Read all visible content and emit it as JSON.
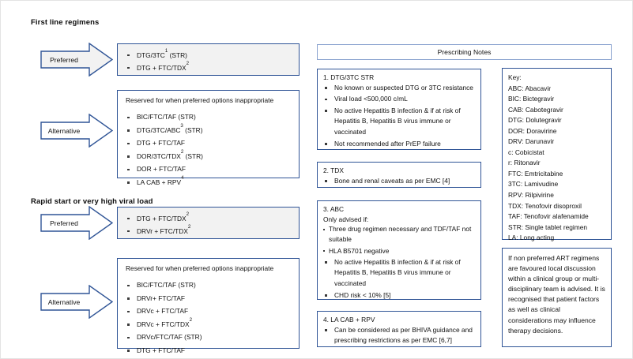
{
  "sections": [
    {
      "id": "first-line",
      "title": "First line regimens"
    },
    {
      "id": "rapid-start",
      "title": "Rapid start or very high viral load"
    }
  ],
  "arrows": {
    "preferred_label": "Preferred",
    "alternative_label": "Alternative"
  },
  "reserved_heading": "Reserved for when preferred options inappropriate",
  "first_line": {
    "preferred": [
      "DTG/3TC<sup>1</sup> (STR)",
      "DTG + FTC/TDX<sup>2</sup>"
    ],
    "alternative": [
      "BIC/FTC/TAF (STR)",
      "DTG/3TC/ABC<sup>3</sup> (STR)",
      "DTG + FTC/TAF",
      "DOR/3TC/TDX<sup>2</sup> (STR)",
      "DOR + FTC/TAF",
      "LA CAB + RPV<sup>4</sup>"
    ]
  },
  "rapid_start": {
    "preferred": [
      "DTG + FTC/TDX<sup>2</sup>",
      "DRVr + FTC/TDX<sup>2</sup>"
    ],
    "alternative": [
      "BIC/FTC/TAF (STR)",
      "DRVr+ FTC/TAF",
      "DRVc + FTC/TAF",
      "DRVc + FTC/TDX<sup>2</sup>",
      "DRVc/FTC/TAF (STR)",
      "DTG + FTC/TAF"
    ]
  },
  "prescribing_notes": {
    "header": "Prescribing Notes",
    "notes": [
      {
        "title": "1. DTG/3TC STR",
        "bullets": [
          "No known or suspected DTG or 3TC resistance",
          "Viral load <500,000 c/mL",
          "No active Hepatitis B infection &amp; if at risk of Hepatitis B, Hepatitis B virus immune or vaccinated",
          "Not recommended after PrEP failure"
        ]
      },
      {
        "title": "2. TDX",
        "bullets": [
          "Bone and renal caveats as per EMC [4]"
        ]
      },
      {
        "title": "3. ABC",
        "subtitle": "Only advised if:",
        "bullets_flush": [
          "Three drug regimen necessary and TDF/TAF not suitable",
          "HLA B5701 negative"
        ],
        "bullets": [
          "No active Hepatitis B infection &amp; if at risk of Hepatitis B, Hepatitis B virus immune or vaccinated",
          "CHD risk < 10% [5]"
        ]
      },
      {
        "title": "4. LA CAB + RPV",
        "bullets": [
          "Can be considered as per BHIVA guidance and prescribing restrictions as per EMC [6,7]"
        ]
      }
    ]
  },
  "key": {
    "heading": "Key:",
    "entries": [
      "ABC: Abacavir",
      "BIC: Bictegravir",
      "CAB: Cabotegravir",
      "DTG: Dolutegravir",
      "DOR: Doravirine",
      "DRV: Darunavir",
      "c: Cobicistat",
      "r: Ritonavir",
      "FTC: Emtricitabine",
      "3TC: Lamivudine",
      "RPV: Rilpivirine",
      "TDX: Tenofovir disoproxil",
      "TAF: Tenofovir alafenamide",
      "STR: Single tablet regimen",
      "LA: Long acting"
    ]
  },
  "advisory": {
    "text": "If non preferred ART regimens are favoured local discussion within a clinical group or multi-disciplinary team is advised. It is recognised that patient factors as well as clinical considerations may influence therapy decisions."
  },
  "colors": {
    "border_blue": "#2f5496",
    "header_border": "#8aa3cf",
    "shaded_fill": "#f2f2f2",
    "text": "#111111"
  }
}
